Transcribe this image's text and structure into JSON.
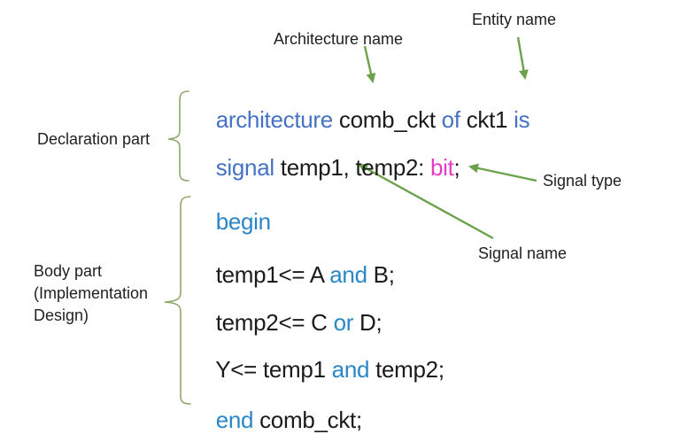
{
  "colors": {
    "background": "#ffffff",
    "keyword_slate": "#4672c4",
    "keyword_azure": "#2987c8",
    "type_magenta": "#e83ac9",
    "code_dark": "#1b1b1b",
    "label_dark": "#1f1f1f",
    "arrow_green": "#6ba24b",
    "brace_green": "#8ea86c"
  },
  "labels": {
    "entity_name": "Entity name",
    "architecture_name": "Architecture name",
    "declaration_part": "Declaration part",
    "signal_type": "Signal type",
    "signal_name": "Signal name",
    "body_part": [
      "Body part",
      "(Implementation",
      "Design)"
    ]
  },
  "code": {
    "lines": [
      {
        "segments": [
          {
            "text": "architecture ",
            "color": "slate"
          },
          {
            "text": "comb_ckt ",
            "color": "dark"
          },
          {
            "text": "of ",
            "color": "slate"
          },
          {
            "text": "ckt1 ",
            "color": "dark"
          },
          {
            "text": "is",
            "color": "slate"
          }
        ]
      },
      {
        "segments": [
          {
            "text": "signal ",
            "color": "slate"
          },
          {
            "text": "temp1, temp2: ",
            "color": "dark"
          },
          {
            "text": "bit",
            "color": "magenta"
          },
          {
            "text": ";",
            "color": "dark"
          }
        ]
      },
      {
        "segments": [
          {
            "text": "begin",
            "color": "azure"
          }
        ]
      },
      {
        "segments": [
          {
            "text": "temp1<= A ",
            "color": "dark"
          },
          {
            "text": "and",
            "color": "azure"
          },
          {
            "text": " B;",
            "color": "dark"
          }
        ]
      },
      {
        "segments": [
          {
            "text": "temp2<= C ",
            "color": "dark"
          },
          {
            "text": "or",
            "color": "azure"
          },
          {
            "text": " D;",
            "color": "dark"
          }
        ]
      },
      {
        "segments": [
          {
            "text": "Y<= temp1 ",
            "color": "dark"
          },
          {
            "text": "and",
            "color": "azure"
          },
          {
            "text": " temp2;",
            "color": "dark"
          }
        ]
      },
      {
        "segments": [
          {
            "text": "end ",
            "color": "azure"
          },
          {
            "text": "comb_ckt;",
            "color": "dark"
          }
        ]
      }
    ]
  }
}
